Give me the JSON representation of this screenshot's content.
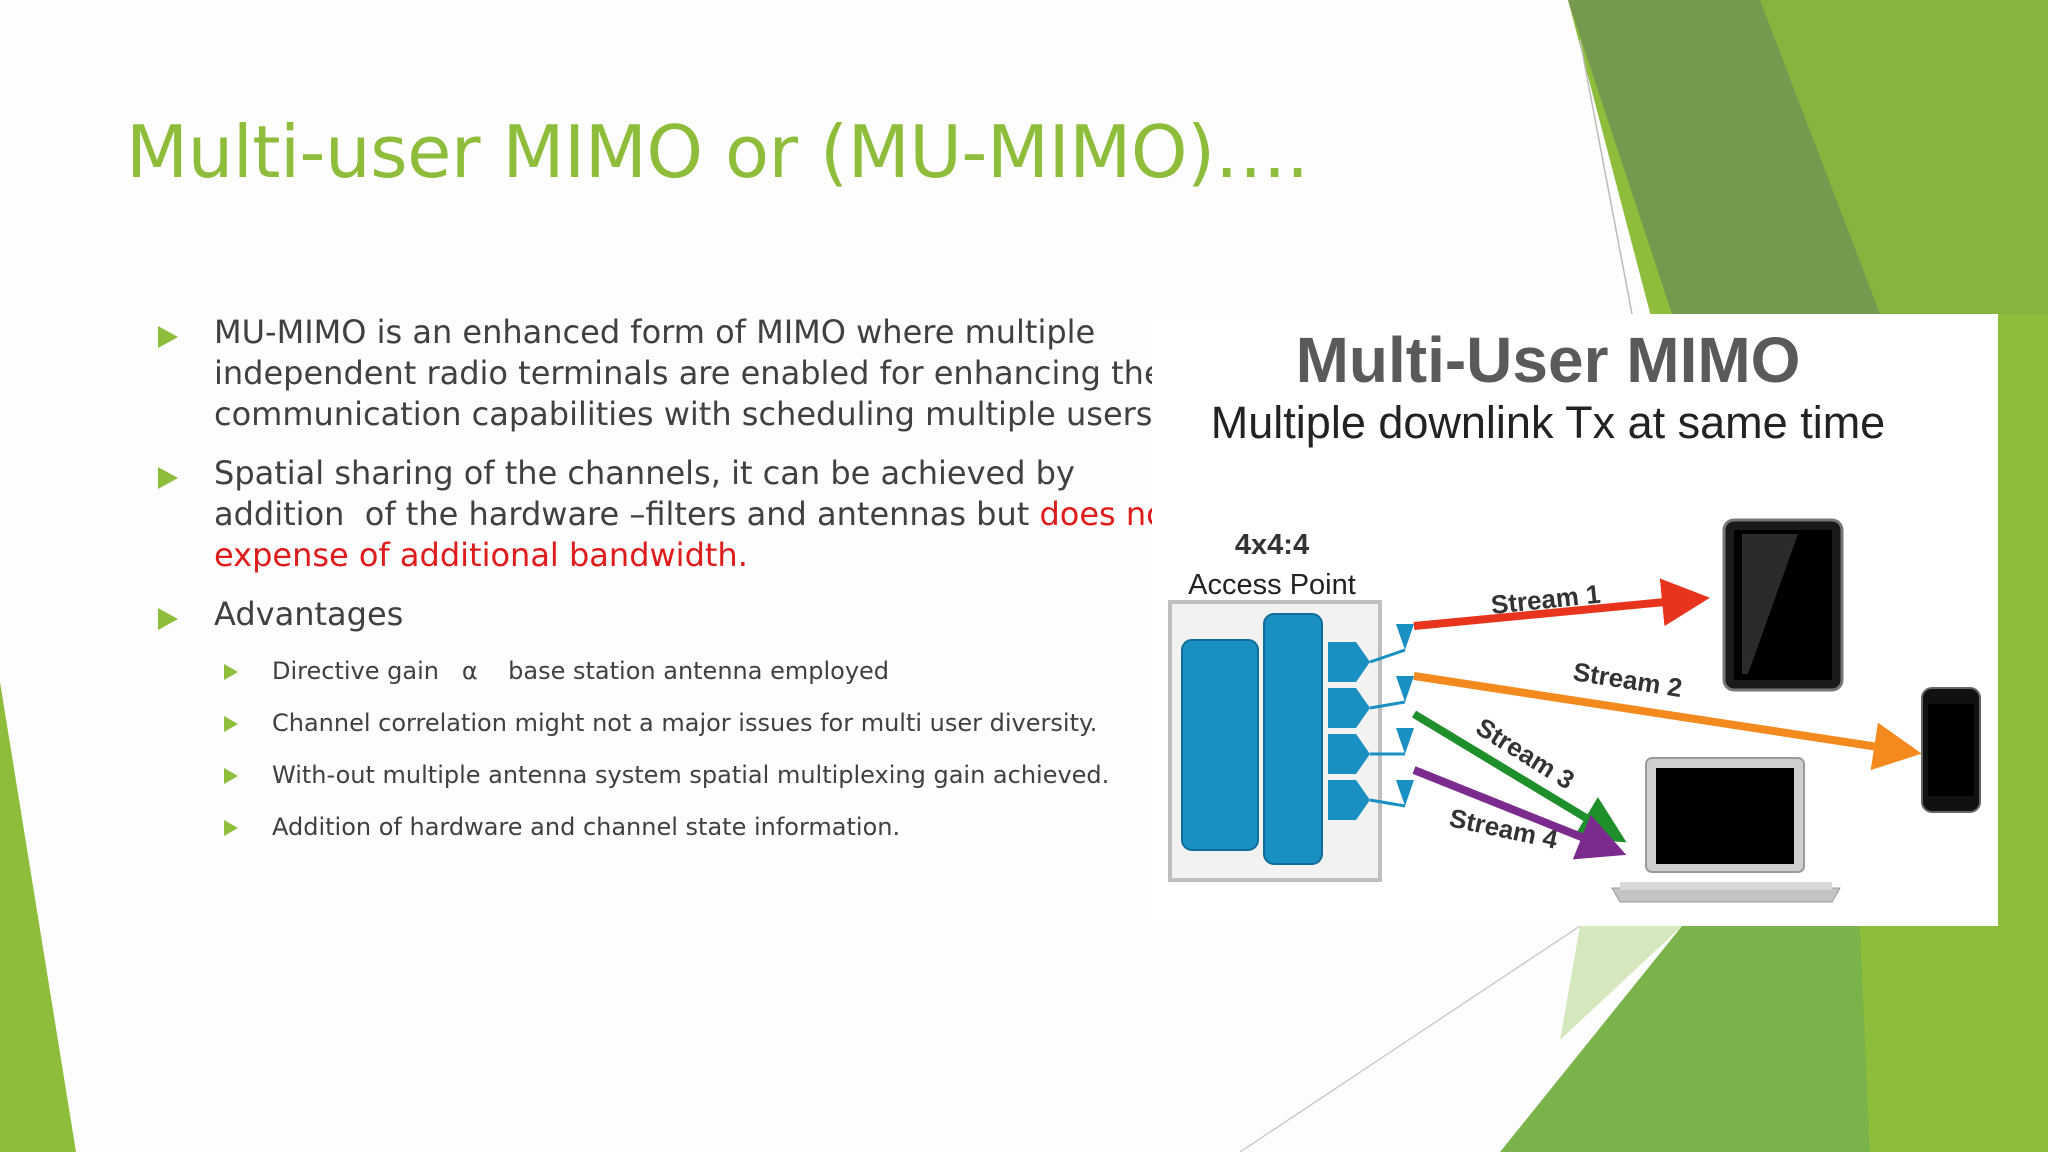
{
  "slide": {
    "title": "Multi-user MIMO or (MU-MIMO)….",
    "bullets": [
      {
        "text": "MU-MIMO is an enhanced form of MIMO where multiple\nindependent radio terminals are enabled for enhancing the\ncommunication capabilities with scheduling multiple users."
      },
      {
        "text": "Spatial sharing of the channels, it can be achieved by\naddition  of the hardware –filters and antennas but ",
        "highlight": "does not\nexpense of additional bandwidth."
      },
      {
        "text": "Advantages"
      }
    ],
    "sub_bullets": [
      "Directive gain   α    base station antenna employed",
      "Channel correlation might not a major issues for multi user diversity.",
      "With-out multiple antenna system spatial multiplexing gain achieved.",
      "Addition of hardware and channel state information."
    ]
  },
  "figure": {
    "title": "Multi-User MIMO",
    "subtitle": "Multiple downlink Tx at same time",
    "ap_label_line1": "4x4:4",
    "ap_label_line2": "Access Point",
    "streams": [
      "Stream 1",
      "Stream 2",
      "Stream 3",
      "Stream 4"
    ]
  },
  "colors": {
    "accent_green": "#8dbd3a",
    "highlight_red": "#e01b1b",
    "stream1": "#e8341c",
    "stream2": "#f4891e",
    "stream3": "#1f8f2c",
    "stream4": "#7b2a8e",
    "ap_blue": "#1a8fc2"
  }
}
